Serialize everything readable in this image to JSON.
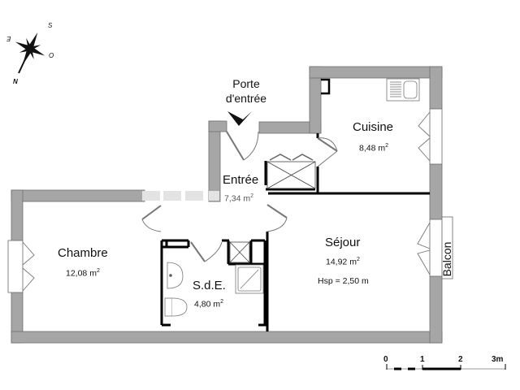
{
  "compass": {
    "north": "N",
    "south": "S",
    "east": "E",
    "west": "O"
  },
  "entrance": {
    "line1": "Porte",
    "line2": "d'entrée"
  },
  "rooms": {
    "cuisine": {
      "name": "Cuisine",
      "area": "8,48 m",
      "unit_sup": "2"
    },
    "entree": {
      "name": "Entrée",
      "area": "7,34 m",
      "unit_sup": "2"
    },
    "chambre": {
      "name": "Chambre",
      "area": "12,08 m",
      "unit_sup": "2"
    },
    "sde": {
      "name": "S.d.E.",
      "area": "4,80 m",
      "unit_sup": "2"
    },
    "sejour": {
      "name": "Séjour",
      "area": "14,92 m",
      "unit_sup": "2",
      "height": "Hsp = 2,50 m"
    }
  },
  "balcony": {
    "label": "Balcon"
  },
  "scale_bar": {
    "ticks": [
      "0",
      "1",
      "2",
      "3m"
    ]
  },
  "colors": {
    "wall": "#a6a6a6",
    "wall_outline": "#6e6e6e",
    "partition": "#000000",
    "background": "#ffffff"
  }
}
